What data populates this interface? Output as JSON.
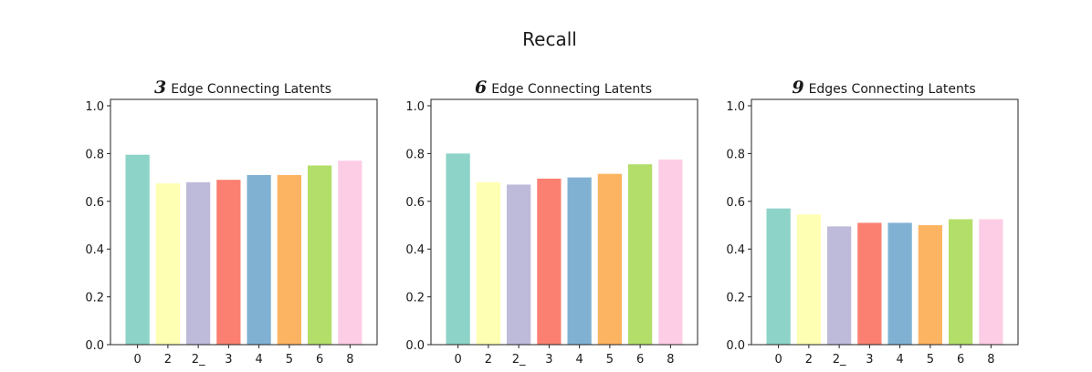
{
  "figure": {
    "title": "Recall"
  },
  "colors": [
    "#8dd3c7",
    "#ffffb3",
    "#bebada",
    "#fb8072",
    "#80b1d3",
    "#fdb462",
    "#b3de69",
    "#fccde5"
  ],
  "chart_data": [
    {
      "type": "bar",
      "title_number": "3",
      "title": "Edge Connecting Latents",
      "categories": [
        "0",
        "2",
        "2_",
        "3",
        "4",
        "5",
        "6",
        "8"
      ],
      "values": [
        0.795,
        0.675,
        0.68,
        0.69,
        0.71,
        0.71,
        0.75,
        0.77
      ],
      "ylim": [
        0,
        1.0
      ],
      "yticks": [
        "0.0",
        "0.2",
        "0.4",
        "0.6",
        "0.8",
        "1.0"
      ]
    },
    {
      "type": "bar",
      "title_number": "6",
      "title": "Edge Connecting Latents",
      "categories": [
        "0",
        "2",
        "2_",
        "3",
        "4",
        "5",
        "6",
        "8"
      ],
      "values": [
        0.8,
        0.68,
        0.67,
        0.695,
        0.7,
        0.715,
        0.755,
        0.775
      ],
      "ylim": [
        0,
        1.0
      ],
      "yticks": [
        "0.0",
        "0.2",
        "0.4",
        "0.6",
        "0.8",
        "1.0"
      ]
    },
    {
      "type": "bar",
      "title_number": "9",
      "title": "Edges Connecting Latents",
      "categories": [
        "0",
        "2",
        "2_",
        "3",
        "4",
        "5",
        "6",
        "8"
      ],
      "values": [
        0.57,
        0.545,
        0.495,
        0.51,
        0.51,
        0.5,
        0.525,
        0.525
      ],
      "ylim": [
        0,
        1.0
      ],
      "yticks": [
        "0.0",
        "0.2",
        "0.4",
        "0.6",
        "0.8",
        "1.0"
      ]
    }
  ]
}
